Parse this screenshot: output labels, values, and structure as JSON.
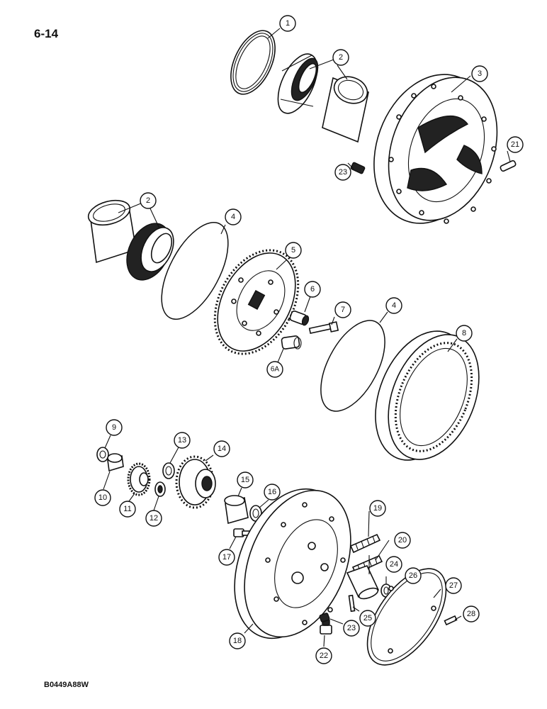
{
  "page_number": "6-14",
  "figure_code": "B0449A88W",
  "callouts": [
    {
      "id": "c1",
      "label": "1"
    },
    {
      "id": "c2a",
      "label": "2"
    },
    {
      "id": "c3",
      "label": "3"
    },
    {
      "id": "c21",
      "label": "21"
    },
    {
      "id": "c23a",
      "label": "23"
    },
    {
      "id": "c2b",
      "label": "2"
    },
    {
      "id": "c4a",
      "label": "4"
    },
    {
      "id": "c5",
      "label": "5"
    },
    {
      "id": "c6",
      "label": "6"
    },
    {
      "id": "c7",
      "label": "7"
    },
    {
      "id": "c4b",
      "label": "4"
    },
    {
      "id": "c8",
      "label": "8"
    },
    {
      "id": "c6a",
      "label": "6A"
    },
    {
      "id": "c9",
      "label": "9"
    },
    {
      "id": "c10",
      "label": "10"
    },
    {
      "id": "c11",
      "label": "11"
    },
    {
      "id": "c12",
      "label": "12"
    },
    {
      "id": "c13",
      "label": "13"
    },
    {
      "id": "c14",
      "label": "14"
    },
    {
      "id": "c15",
      "label": "15"
    },
    {
      "id": "c16",
      "label": "16"
    },
    {
      "id": "c17",
      "label": "17"
    },
    {
      "id": "c18",
      "label": "18"
    },
    {
      "id": "c19",
      "label": "19"
    },
    {
      "id": "c20",
      "label": "20"
    },
    {
      "id": "c22",
      "label": "22"
    },
    {
      "id": "c23b",
      "label": "23"
    },
    {
      "id": "c24",
      "label": "24"
    },
    {
      "id": "c25",
      "label": "25"
    },
    {
      "id": "c26",
      "label": "26"
    },
    {
      "id": "c27",
      "label": "27"
    },
    {
      "id": "c28",
      "label": "28"
    }
  ]
}
